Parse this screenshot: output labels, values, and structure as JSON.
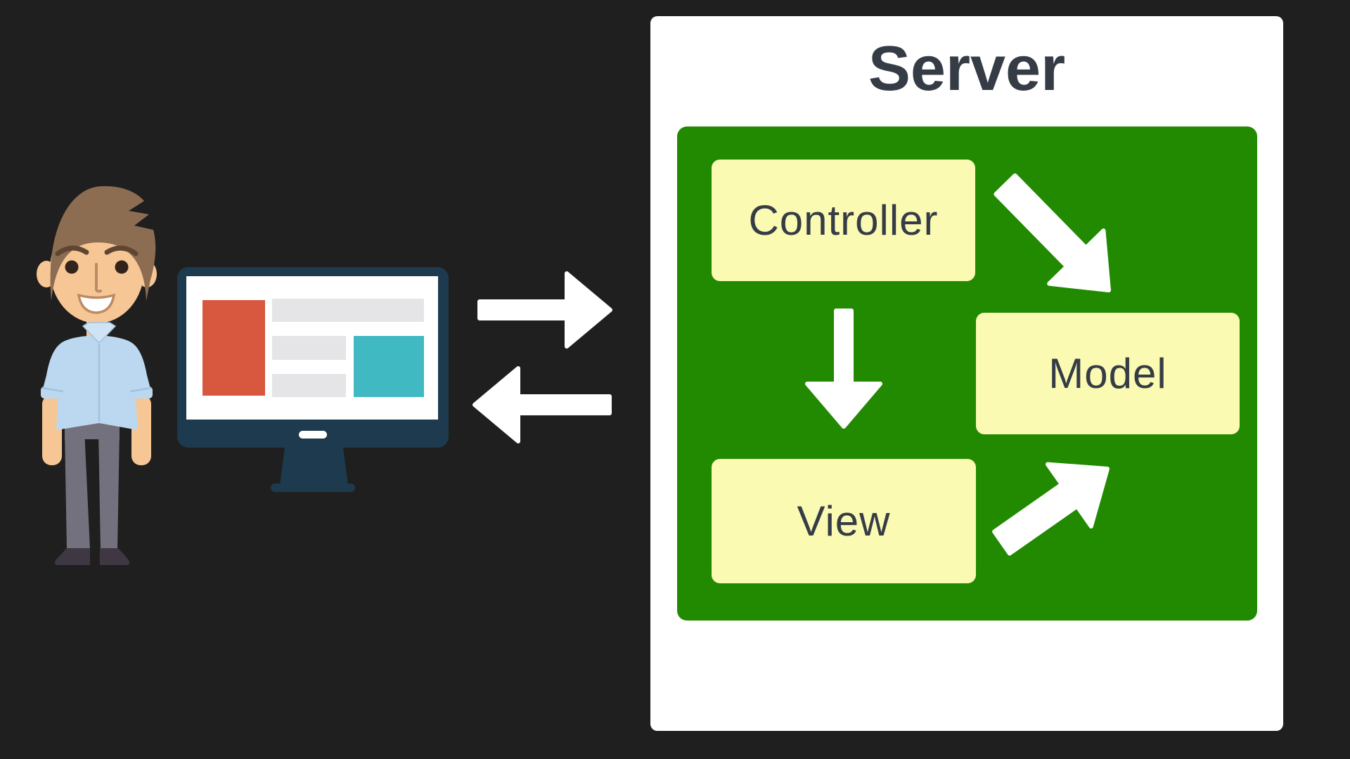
{
  "colors": {
    "bg": "#1F1F1F",
    "card": "#FFFFFF",
    "ink": "#353C46",
    "green": "#218A01",
    "yellow": "#FAFAB2",
    "frame": "#1E3A4E",
    "red": "#D8573F",
    "teal": "#41B9C3",
    "gray": "#E5E5E7",
    "skin": "#F6C795",
    "hair": "#8C6D52",
    "shirt": "#BCD8F0",
    "shirtline": "#9FC2DE",
    "collar": "#CFE3F4",
    "pants": "#74717E",
    "shoes": "#3F3843",
    "brow": "#5F4632",
    "eye": "#33241B",
    "mouthline": "#BE8A64",
    "arrow": "#FFFFFF"
  },
  "left_illustration": {
    "person_icon": "standing-man-icon",
    "monitor_icon": "desktop-monitor-icon"
  },
  "flow": {
    "request_arrow": "right",
    "response_arrow": "left"
  },
  "server_card": {
    "title": "Server",
    "panel": {
      "boxes": [
        {
          "id": "controller",
          "label": "Controller"
        },
        {
          "id": "model",
          "label": "Model"
        },
        {
          "id": "view",
          "label": "View"
        }
      ],
      "arrows": [
        {
          "from": "controller",
          "to": "model"
        },
        {
          "from": "controller",
          "to": "view"
        },
        {
          "from": "view",
          "to": "model"
        }
      ]
    }
  }
}
